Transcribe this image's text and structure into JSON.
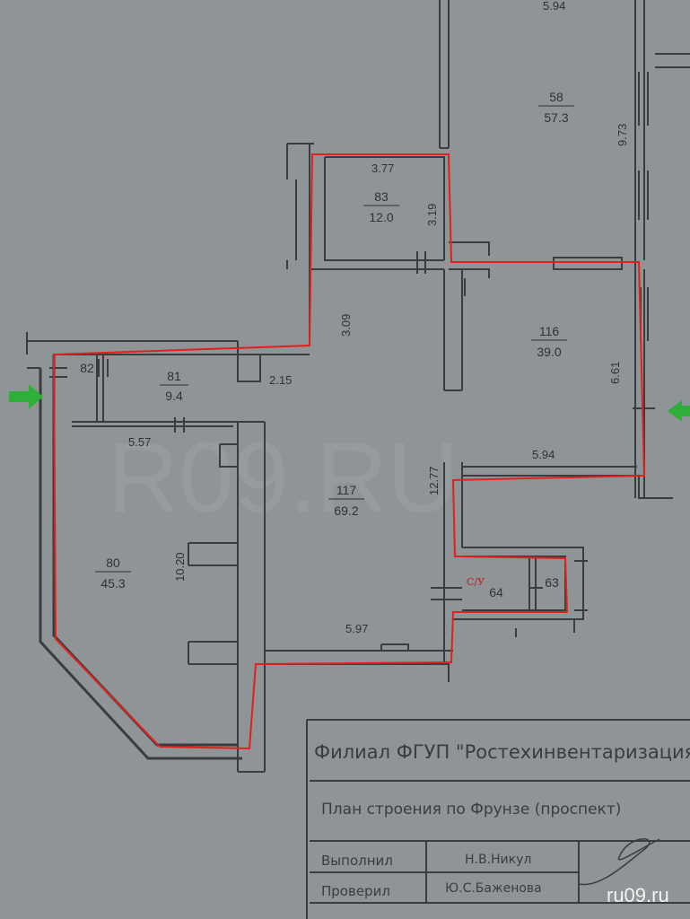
{
  "watermark": "ru09.ru",
  "watermark_center": "R09.RU",
  "rooms": [
    {
      "number": "58",
      "area": "57.3"
    },
    {
      "number": "83",
      "area": "12.0"
    },
    {
      "number": "116",
      "area": "39.0"
    },
    {
      "number": "82",
      "area": ""
    },
    {
      "number": "81",
      "area": "9.4"
    },
    {
      "number": "117",
      "area": "69.2"
    },
    {
      "number": "80",
      "area": "45.3"
    },
    {
      "number": "64",
      "area": ""
    },
    {
      "number": "63",
      "area": ""
    }
  ],
  "dimensions": {
    "d_top": "5.94",
    "d_973": "9.73",
    "d_377": "3.77",
    "d_319": "3.19",
    "d_309": "3.09",
    "d_661": "6.61",
    "d_215": "2.15",
    "d_557": "5.57",
    "d_1277": "12.77",
    "d_594": "5.94",
    "d_1020": "10.20",
    "d_597": "5.97"
  },
  "bathroom_label": "С/У",
  "title_block": {
    "organization": "Филиал ФГУП \"Ростехинвентаризация\"",
    "plan_title": "План строения по Фрунзе (проспект)",
    "performed_label": "Выполнил",
    "performed_by": "Н.В.Никул",
    "checked_label": "Проверил",
    "checked_by": "Ю.С.Баженова"
  },
  "colors": {
    "route": "#e3201b",
    "entrance_arrow": "#2fae3a",
    "paper": "#8f9496"
  }
}
